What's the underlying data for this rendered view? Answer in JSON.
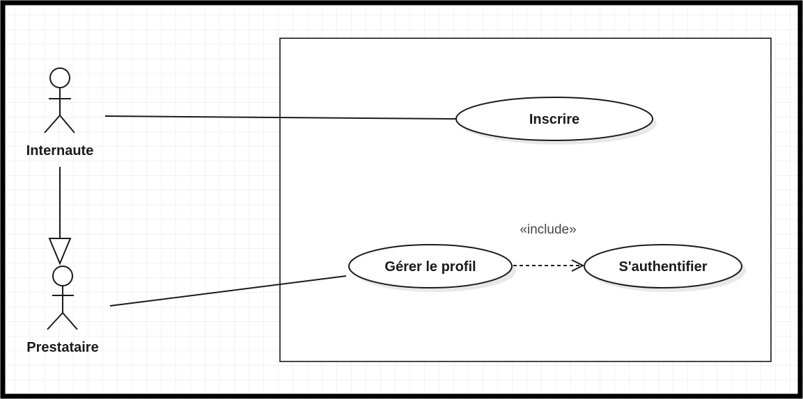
{
  "diagram": {
    "type": "uml-use-case",
    "colors": {
      "border": "#000000",
      "grid": "#e6e6e6",
      "line": "#1a1a1a",
      "ellipse_fill": "#ffffff",
      "shadow": "#d9d9d9"
    },
    "actors": [
      {
        "id": "internaute",
        "label": "Internaute"
      },
      {
        "id": "prestataire",
        "label": "Prestataire"
      }
    ],
    "use_cases": [
      {
        "id": "inscrire",
        "label": "Inscrire"
      },
      {
        "id": "gerer-profil",
        "label": "Gérer le profil"
      },
      {
        "id": "authentifier",
        "label": "S'authentifier"
      }
    ],
    "relations": [
      {
        "type": "association",
        "from": "internaute",
        "to": "inscrire"
      },
      {
        "type": "association",
        "from": "prestataire",
        "to": "gerer-profil"
      },
      {
        "type": "generalization",
        "from": "internaute",
        "to": "prestataire"
      },
      {
        "type": "include",
        "from": "gerer-profil",
        "to": "authentifier",
        "label": "«include»"
      }
    ]
  }
}
